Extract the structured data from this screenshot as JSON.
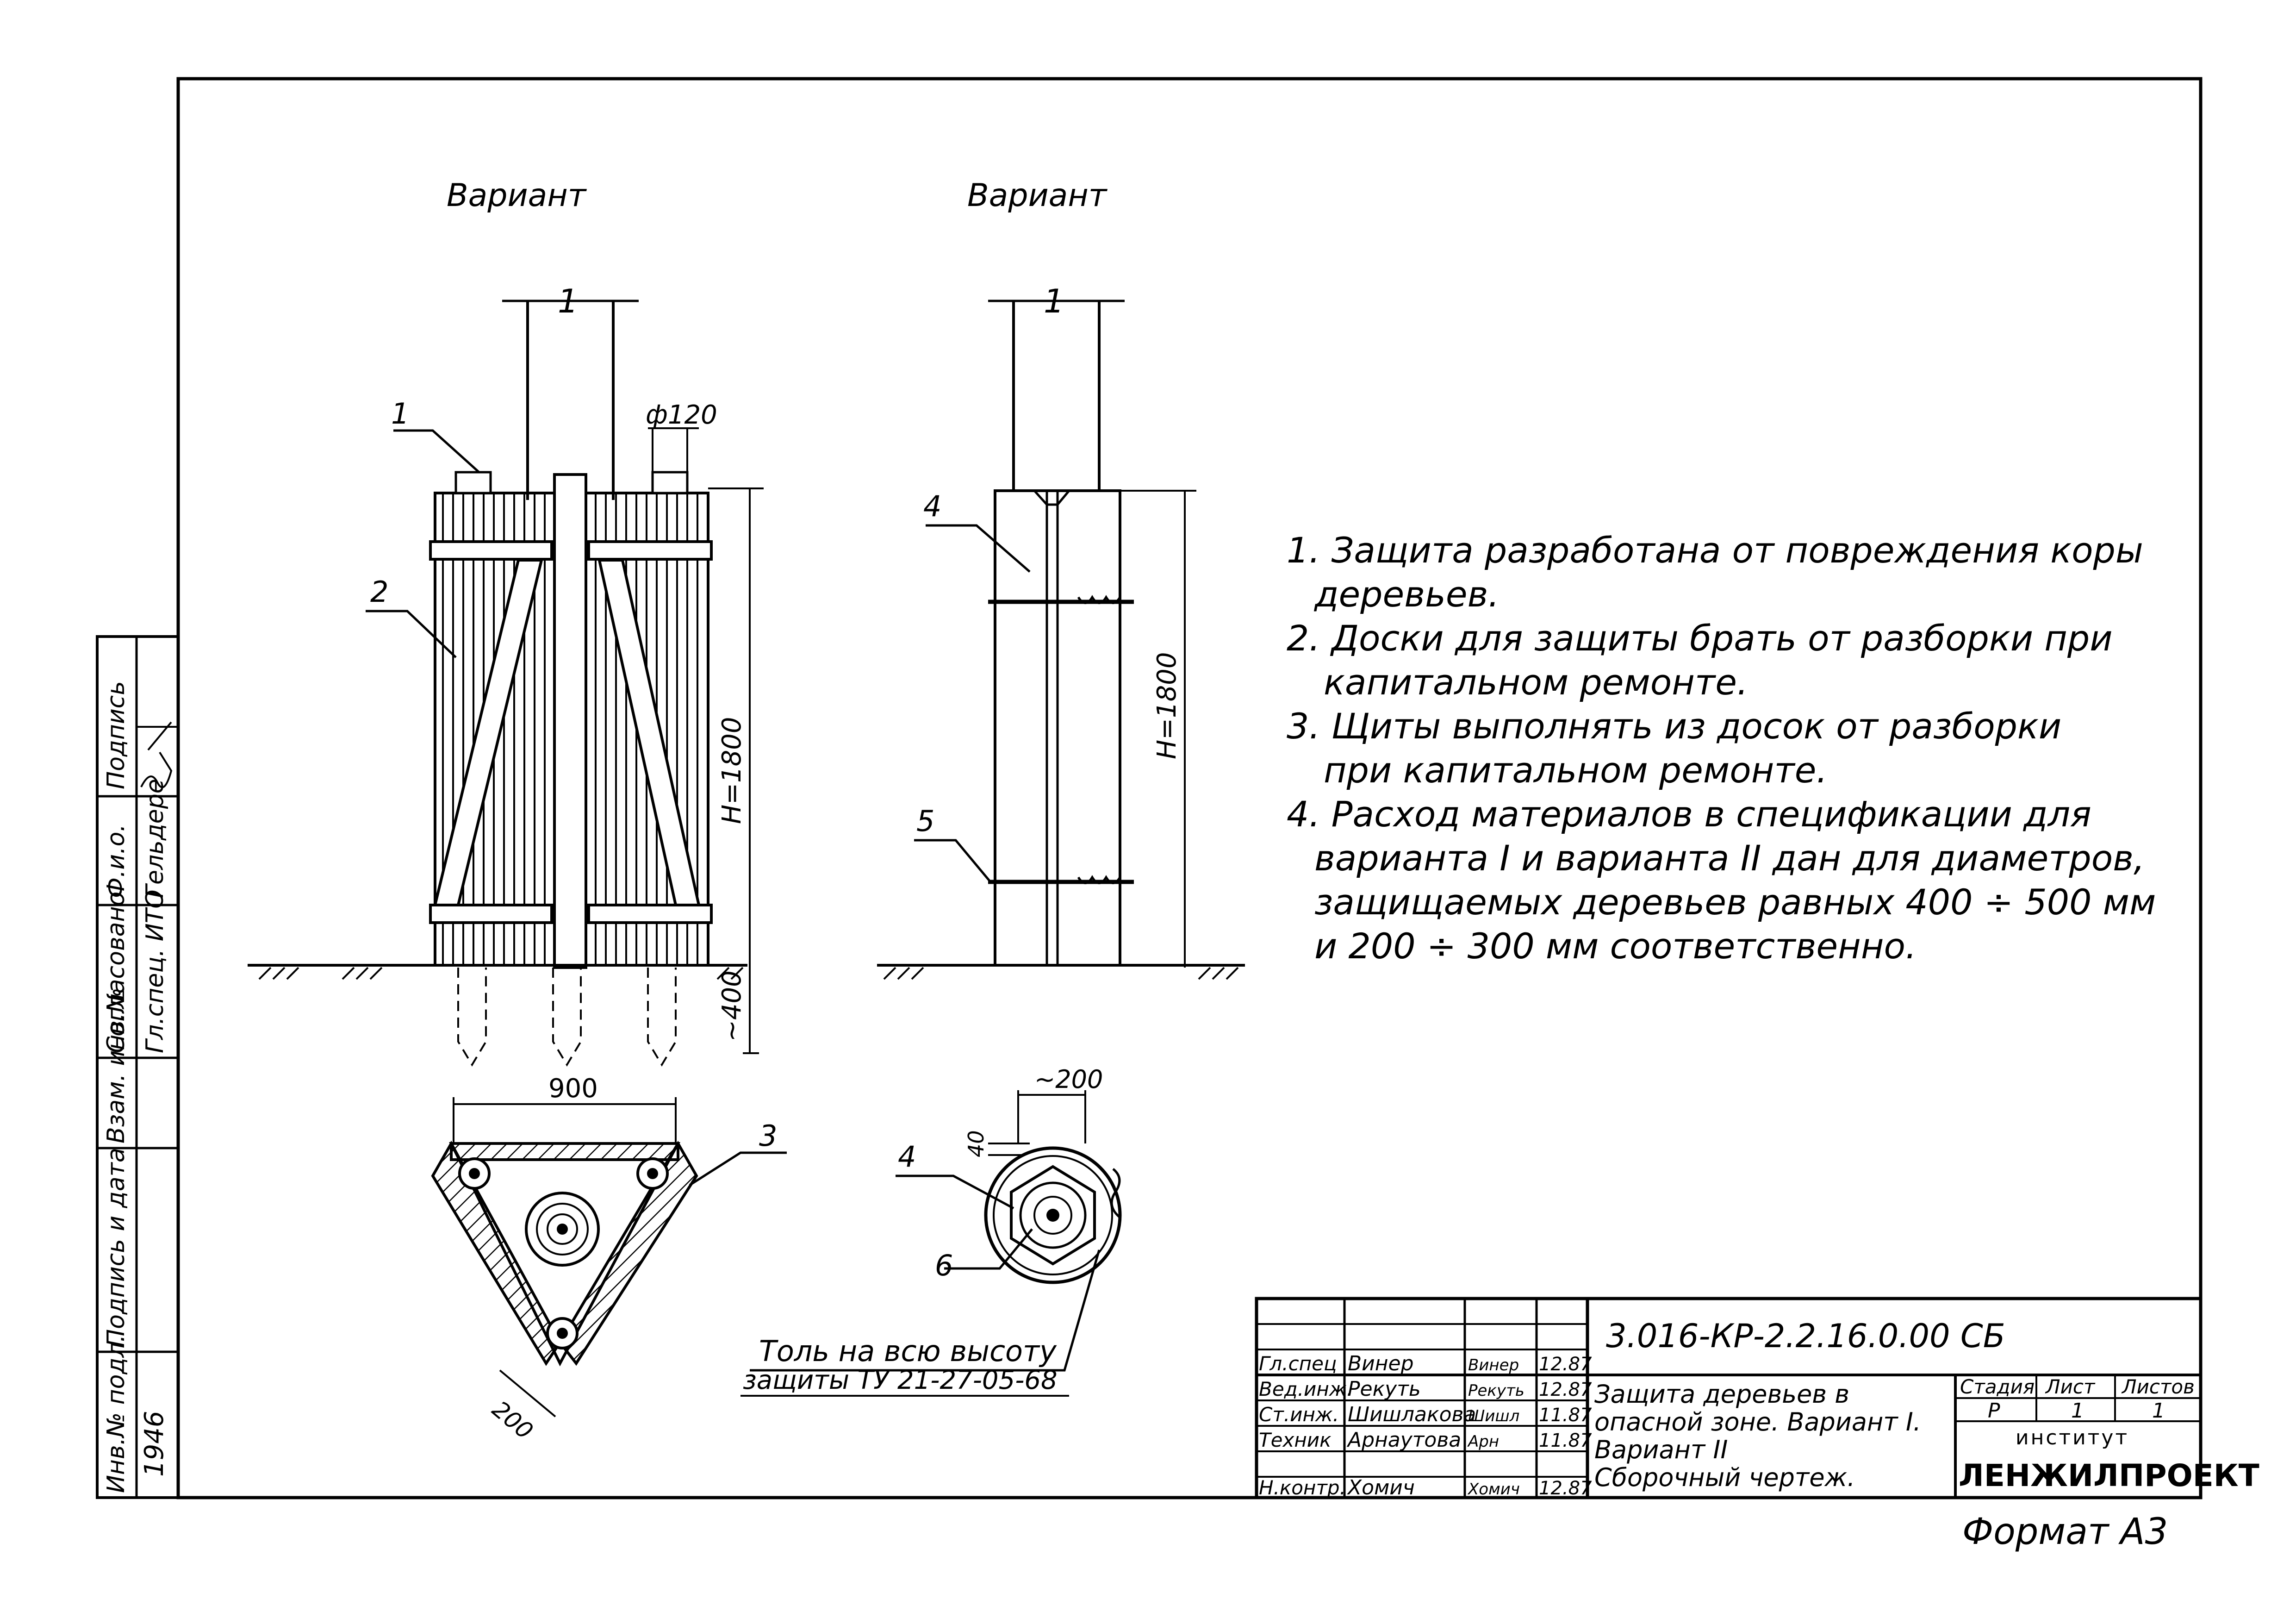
{
  "left_variant": {
    "title": "Вариант",
    "axis_mark": "1",
    "callouts": [
      "1",
      "2",
      "3"
    ],
    "dim_diameter": "ф120",
    "dim_height": "H=1800",
    "dim_depth": "~400",
    "plan_width": "900",
    "plan_board": "200"
  },
  "right_variant": {
    "title": "Вариант",
    "axis_mark": "1",
    "callouts": [
      "4",
      "5",
      "4",
      "6"
    ],
    "dim_height": "H=1800",
    "plan_diameter": "~200",
    "plan_gap": "40"
  },
  "roll_note": {
    "line1": "Толь на всю высоту",
    "line2": "защиты ТУ 21-27-05-68"
  },
  "notes": [
    "1. Защита разработана от повреждения коры",
    "деревьев.",
    "2. Доски для защиты брать от разборки при",
    "капитальном ремонте.",
    "3. Щиты выполнять из досок от разборки",
    "при капитальном ремонте.",
    "4. Расход материалов в спецификации для",
    "варианта I и варианта II дан для диаметров,",
    "защищаемых деревьев равных 400 ÷ 500 мм",
    "и 200 ÷ 300 мм соответственно."
  ],
  "side_stamp": {
    "agreed": "Согласовано",
    "fio": "Ф.и.о.",
    "signature": "Подпись",
    "chief": "Гл.спец. ИТО",
    "name": "Гельдере",
    "inv_zam": "Взам. инв.№",
    "sign_date": "Подпись и дата",
    "inv_orig": "Инв.№ подл.",
    "inv_number": "1946"
  },
  "title_block": {
    "doc_code": "3.016-КР-2.2.16.0.00 СБ",
    "roles": [
      "Гл.спец",
      "Вед.инж.",
      "Ст.инж.",
      "Техник",
      "Н.контр."
    ],
    "names": [
      "Винер",
      "Рекуть",
      "Шишлакова",
      "Арнаутова",
      "Хомич"
    ],
    "signatures": [
      "Винер",
      "Рекуть",
      "Шишл",
      "Арн",
      "Хомич"
    ],
    "dates": [
      "12.87",
      "12.87",
      "11.87",
      "11.87",
      "12.87"
    ],
    "title_lines": [
      "Защита деревьев в",
      "опасной зоне. Вариант I.",
      "Вариант II",
      "Сборочный чертеж."
    ],
    "stage_label": "Стадия",
    "sheet_label": "Лист",
    "sheets_label": "Листов",
    "stage": "Р",
    "sheet": "1",
    "sheets": "1",
    "institute_label": "институт",
    "institute": "ЛЕНЖИЛПРОЕКТ"
  },
  "format": "Формат А3"
}
